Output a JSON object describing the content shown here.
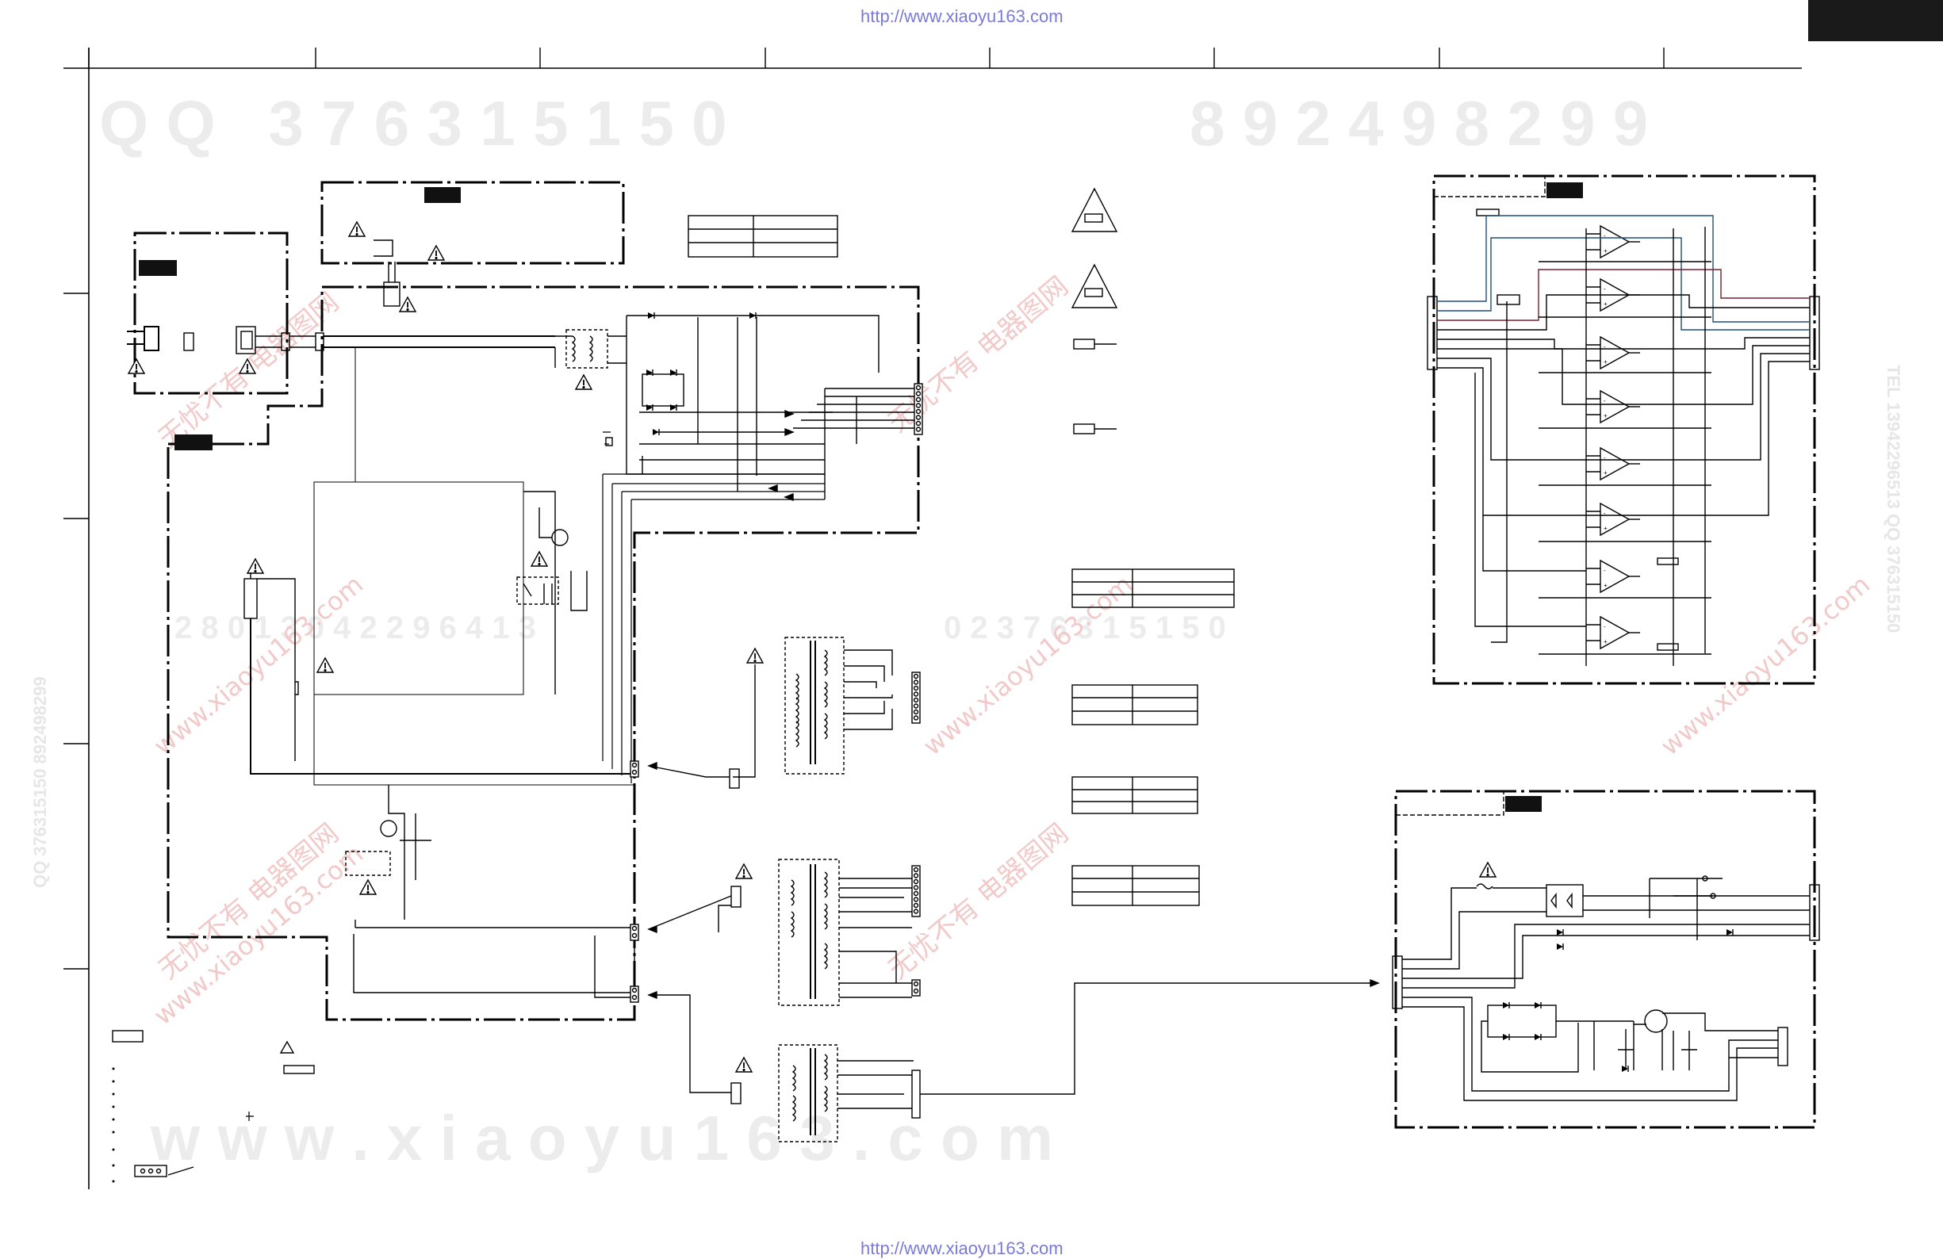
{
  "header": {
    "url": "http://www.xiaoyu163.com"
  },
  "footer": {
    "url": "http://www.xiaoyu163.com"
  },
  "watermarks": {
    "top_left": "Q Q   3 7 6 3 1 5 1 5 0",
    "top_right": "8 9 2 4 9 8 2 9 9",
    "middle": "2 8 0 1 3 0 4 2 2 9 6 4 1 3",
    "middle_right": "0 2 3 7 6 3 1 5 1 5 0",
    "bottom": "w w w . x i a o y u 1 6 3 . c o m",
    "brand_cn": "无忧不有 电器图网",
    "brand_url": "www.xiaoyu163.com",
    "side_left": "QQ 376315150  892498299",
    "side_right": "TEL 13942296513  QQ 376315150"
  },
  "colors": {
    "line": "#000000",
    "accent_blue": "#1f4f7a",
    "accent_red": "#7a1f2f",
    "url": "#7a7ad8"
  }
}
